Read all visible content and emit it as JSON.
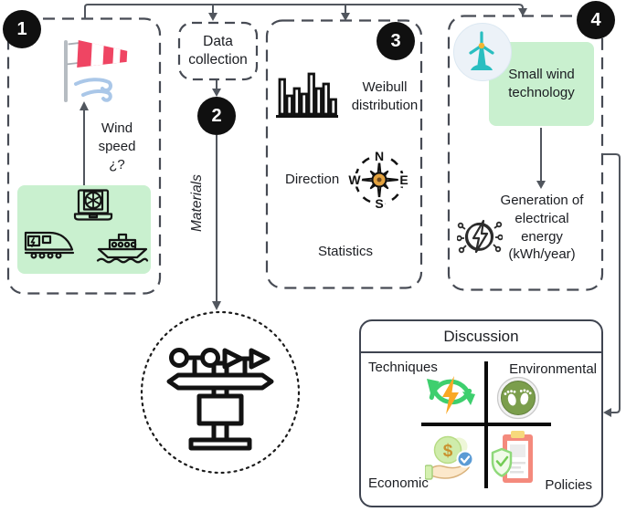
{
  "colors": {
    "green_box": "#c9f0cf",
    "badge_bg": "#101010",
    "badge_text": "#ffffff",
    "dash_border": "#474b54",
    "solid_border": "#3f4450",
    "connector": "#51565e",
    "text": "#1b1d22",
    "windsock_red": "#ef4563",
    "swirl_blue": "#aac7e8",
    "compass_orange": "#e3a23f",
    "turbine_teal": "#29bec0",
    "hub_yellow": "#f2b632",
    "turbine_bg": "#ecf2f8",
    "arrows_green": "#3ecf6e",
    "lightning_orange": "#f9a825",
    "env_green": "#7b9e4c",
    "coin_green": "#cfecab",
    "check_blue": "#5b9bd5",
    "hand_skin": "#fce8cb",
    "sleeve_green": "#d4f0b0",
    "clipboard_red": "#f48a7d",
    "clip_yellow": "#f7d97c",
    "shield_green": "#8fd97a"
  },
  "badges": {
    "one": "1",
    "two": "2",
    "three": "3",
    "four": "4"
  },
  "step1": {
    "wind_speed_label": "Wind\nspeed\n¿?"
  },
  "step2": {
    "box_label": "Data\ncollection",
    "edge_label": "Materials"
  },
  "step3": {
    "weibull_label": "Weibull\ndistribution",
    "direction_label": "Direction",
    "statistics_label": "Statistics",
    "compass": {
      "n": "N",
      "e": "E",
      "s": "S",
      "w": "W"
    }
  },
  "step4": {
    "technology_label": "Small wind\ntechnology",
    "generation_label": "Generation of\nelectrical\nenergy\n(kWh/year)"
  },
  "discussion": {
    "title": "Discussion",
    "quadrants": [
      {
        "label": "Techniques"
      },
      {
        "label": "Environmental"
      },
      {
        "label": "Economic"
      },
      {
        "label": "Policies"
      }
    ],
    "economic_symbol": "$"
  }
}
